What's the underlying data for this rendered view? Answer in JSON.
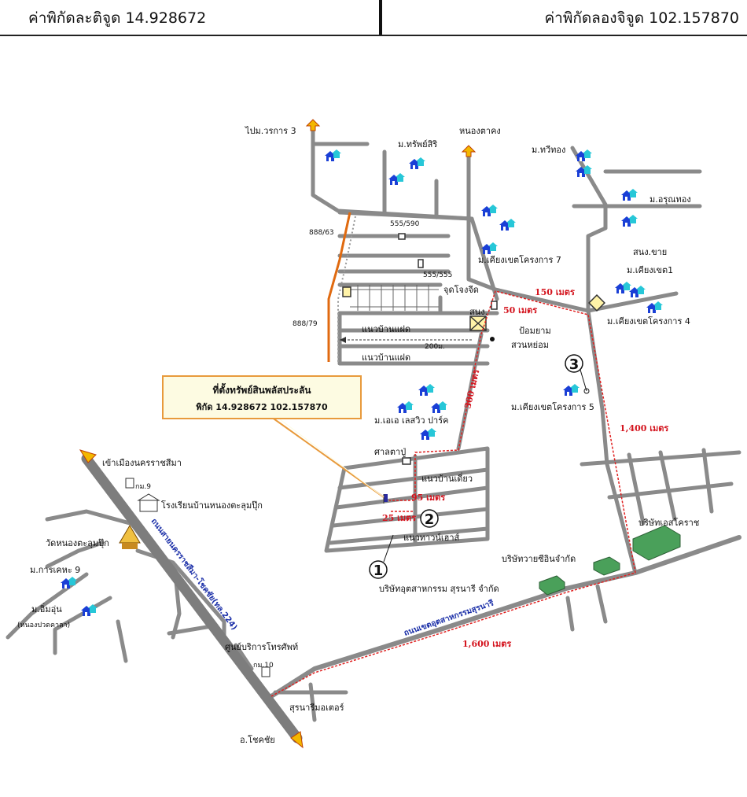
{
  "header": {
    "latitude_text": "ค่าพิกัดละติจูด 14.928672",
    "longitude_text": "ค่าพิกัดลองจิจูด 102.157870"
  },
  "callout": {
    "title": "ที่ตั้งทรัพย์สินพลัสประลัน",
    "coords": "พิกัด 14.928672 102.157870"
  },
  "places": {
    "to_worakarn3": "ไปม.วรการ 3",
    "nong_tatong": "หนองตาคง",
    "m_sapsiri": "ม.ทรัพย์สิริ",
    "m_thawithong": "ม.ทวีทอง",
    "m_arunthong": "ม.อรุณทอง",
    "lot_888_63": "888/63",
    "lot_555_590": "555/590",
    "lot_555_555": "555/555",
    "lot_888_79": "888/79",
    "m_khiangkhet7": "ม.เคียงเขตโครงการ 7",
    "jud_jongjid": "จุดโจงจีด",
    "sanong": "สนง.",
    "pom_yam": "ป้อมยาม",
    "suan_yom": "สวนหย่อม",
    "sanong_khai": "สนง.ขาย",
    "m_khiangkhet1": "ม.เคียงเขต1",
    "m_khiangkhet4": "ม.เคียงเขตโครงการ 4",
    "m_khiangkhet5": "ม.เคียงเขตโครงการ 5",
    "row_house_1": "แนวบ้านแฝด",
    "row_house_2": "แนวบ้านแฝด",
    "m_ace": "ม.เอเอ เลสวิว ปาร์ค",
    "sala": "ศาลตาปู่",
    "row_single": "แนวบ้านเดี่ยว",
    "row_townhouse": "แนวทาวน์เฮาส์",
    "to_korat": "เข้าเมืองนครราชสีมา",
    "km9": "กม.9",
    "school": "โรงเรียนบ้านหนองตะลุมปุ๊ก",
    "temple": "วัดหนองตะลุมปุ๊ก",
    "m_karnkheha9": "ม.การเคหะ 9",
    "m_imun": "ม.อิ่มอุ่น",
    "nong_puatkhala": "(หนองปวดคาลา)",
    "service_center": "ศูนย์บริการโทรศัพท์",
    "km10": "กม.10",
    "surin_motor": "สุรนารีมอเตอร์",
    "chokchai": "อ.โชคชัย",
    "company_sc": "บริษัทวายซีอินจำกัด",
    "company_tos": "บริษัทเอสโคราช",
    "company_ind": "บริษัทอุตสาหกรรม สุรนารี จำกัด",
    "road_main": "ถนนสายนครราชสีมา-โชคชัย(ทล.224)",
    "road_industrial": "ถนนเขตอุตสาหกรรมสุรนารี"
  },
  "distances": {
    "d150": "150 เมตร",
    "d50": "50 เมตร",
    "d200": "200ม.",
    "d300": "300 เมตร",
    "d1400": "1,400 เมตร",
    "d95": "95 เมตร",
    "d25": "25 เมตร",
    "d1600": "1,600 เมตร"
  },
  "markers": {
    "m1": "1",
    "m2": "2",
    "m3": "3"
  },
  "colors": {
    "road": "#8a8a8a",
    "highway": "#808080",
    "route": "#e02020",
    "house_blue": "#1a3fd6",
    "house_cyan": "#27c7d8",
    "callout_border": "#e89a3c",
    "callout_fill": "#fdfbe2",
    "arrow_yellow": "#f3b800",
    "boundary_orange": "#e06a10"
  },
  "icons": [
    "house-icon",
    "arrow-up-icon",
    "office-icon",
    "factory-icon",
    "temple-icon",
    "school-icon",
    "flag-icon"
  ]
}
